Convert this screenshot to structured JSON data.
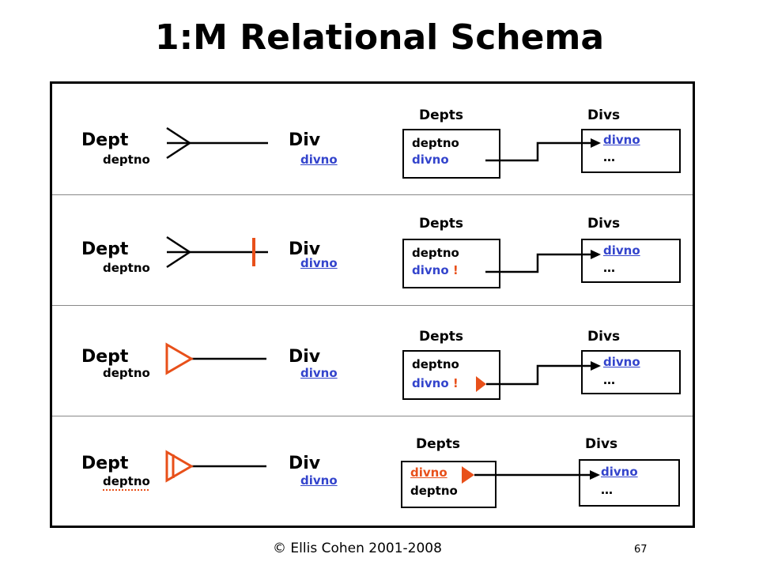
{
  "title": "1:M Relational Schema",
  "footer": "© Ellis Cohen 2001-2008",
  "page_number": "67",
  "rows": [
    {
      "left_entity": "Dept",
      "left_attr": "deptno",
      "right_entity": "Div",
      "right_attr": "divno",
      "notation": "crowsfoot",
      "table1_name": "Depts",
      "table2_name": "Divs",
      "table1_fields": [
        "deptno",
        "divno"
      ],
      "table2_fields": [
        "divno",
        "…"
      ]
    },
    {
      "left_entity": "Dept",
      "left_attr": "deptno",
      "right_entity": "Div",
      "right_attr": "divno",
      "notation": "crowsfoot-mandatory",
      "table1_name": "Depts",
      "table2_name": "Divs",
      "table1_fields": [
        "deptno",
        "divno",
        "!"
      ],
      "table2_fields": [
        "divno",
        "…"
      ]
    },
    {
      "left_entity": "Dept",
      "left_attr": "deptno",
      "right_entity": "Div",
      "right_attr": "divno",
      "notation": "triangle",
      "table1_name": "Depts",
      "table2_name": "Divs",
      "table1_fields": [
        "deptno",
        "divno",
        "!"
      ],
      "table2_fields": [
        "divno",
        "…"
      ]
    },
    {
      "left_entity": "Dept",
      "left_attr": "deptno",
      "right_entity": "Div",
      "right_attr": "divno",
      "notation": "triangle-bar",
      "table1_name": "Depts",
      "table2_name": "Divs",
      "table1_fields": [
        "divno",
        "deptno"
      ],
      "table2_fields": [
        "divno",
        "…"
      ]
    }
  ],
  "colors": {
    "accent": "#e8501a",
    "key": "#3344cc",
    "line": "#000000"
  }
}
